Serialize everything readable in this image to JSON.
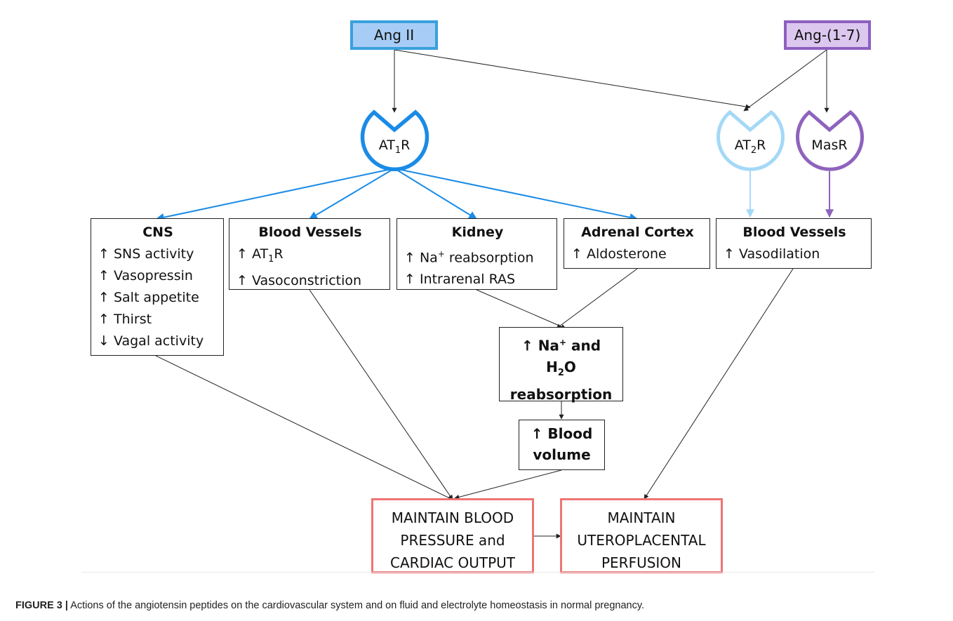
{
  "nodes": {
    "ang2": "Ang II",
    "ang17": "Ang-(1-7)",
    "at1r": {
      "prefix": "AT",
      "sub": "1",
      "suffix": "R"
    },
    "at2r": {
      "prefix": "AT",
      "sub": "2",
      "suffix": "R"
    },
    "masr": "MasR",
    "cns": {
      "title": "CNS",
      "lines": [
        "↑ SNS activity",
        "↑ Vasopressin",
        "↑ Salt appetite",
        "↑ Thirst",
        "↓ Vagal activity"
      ]
    },
    "vessels1": {
      "title": "Blood Vessels",
      "line1": {
        "prefix": "↑ AT",
        "sub": "1",
        "suffix": "R"
      },
      "line2": "↑ Vasoconstriction"
    },
    "kidney": {
      "title": "Kidney",
      "line1": {
        "prefix": "↑ Na",
        "sup": "+",
        "suffix": " reabsorption"
      },
      "line2": "↑ Intrarenal RAS"
    },
    "adrenal": {
      "title": "Adrenal Cortex",
      "line1": "↑ Aldosterone"
    },
    "vessels2": {
      "title": "Blood Vessels",
      "line1": "↑ Vasodilation"
    },
    "reabsorption": {
      "l1_prefix": "↑ Na",
      "l1_sup": "+",
      "l1_suffix": " and",
      "l2_prefix": "H",
      "l2_sub": "2",
      "l2_suffix": "O",
      "l3": "reabsorption"
    },
    "blood_volume": {
      "l1": "↑ Blood",
      "l2": "volume"
    },
    "maintain_bp": {
      "l1": "MAINTAIN BLOOD",
      "l2": "PRESSURE and",
      "l3": "CARDIAC OUTPUT"
    },
    "maintain_up": {
      "l1": "MAINTAIN",
      "l2": "UTEROPLACENTAL",
      "l3": "PERFUSION"
    }
  },
  "caption": {
    "label": "FIGURE 3 |",
    "text": " Actions of the angiotensin peptides on the cardiovascular system and on fluid and electrolyte homeostasis in normal pregnancy."
  },
  "colors": {
    "ang2_fill": "#a7cdf6",
    "ang2_border": "#3aa0dc",
    "ang17_fill": "#dcc7ef",
    "ang17_border": "#8e5fbf",
    "at1r": "#1a8be6",
    "at2r": "#a4d8f7",
    "masr": "#8e63bd",
    "output_border": "#ef7474"
  }
}
